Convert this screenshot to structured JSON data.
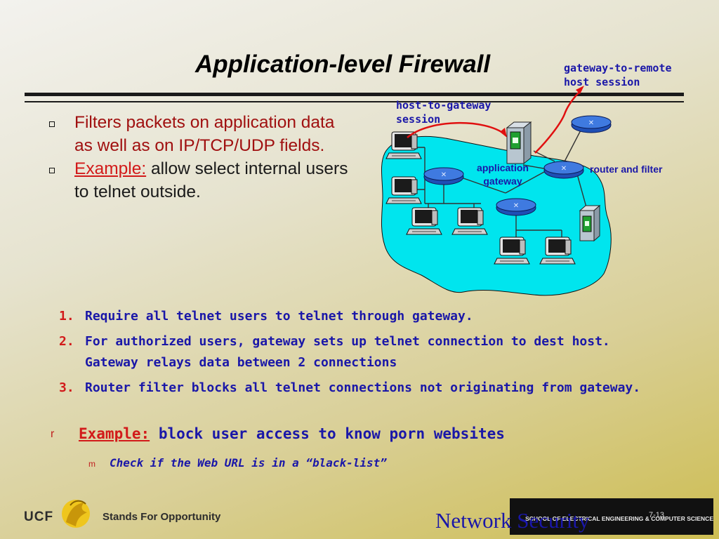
{
  "slide": {
    "title": "Application-level Firewall",
    "bullets": [
      {
        "text": "Filters packets on application data as well as on IP/TCP/UDP fields."
      },
      {
        "keyword": "Example:",
        "text": "allow select internal users to telnet outside."
      }
    ],
    "diagram": {
      "label_gateway_remote_line1": "gateway-to-remote",
      "label_gateway_remote_line2": "host session",
      "label_host_gateway_line1": "host-to-gateway",
      "label_host_gateway_line2": "session",
      "label_app_gateway_line1": "application",
      "label_app_gateway_line2": "gateway",
      "label_router_filter": "router and filter"
    },
    "steps": [
      {
        "num": "1.",
        "text": "Require all telnet users to telnet through gateway."
      },
      {
        "num": "2.",
        "text": "For authorized users, gateway sets up telnet connection to dest host. Gateway relays data between 2 connections"
      },
      {
        "num": "3.",
        "text": "Router filter blocks all telnet connections not originating from gateway."
      }
    ],
    "example2": {
      "marker": "r",
      "keyword": "Example:",
      "text": "block user access to know porn websites"
    },
    "example3": {
      "marker": "m",
      "text": "Check if the Web URL is in a “black-list”"
    },
    "footer": {
      "ucf": "UCF",
      "slogan": "Stands For Opportunity",
      "course": "Network Security",
      "dept": "SCHOOL OF ELECTRICAL ENGINEERING & COMPUTER SCIENCE",
      "page": "7-13"
    },
    "colors": {
      "title": "#000000",
      "annotation": "#1a17a8",
      "bullet_red": "#a01010",
      "cloud": "#00e5ee",
      "router": "#1f4fb5"
    }
  }
}
